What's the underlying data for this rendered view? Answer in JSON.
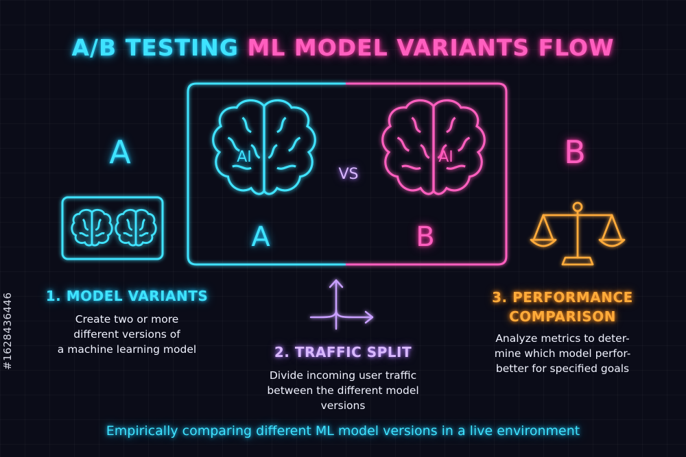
{
  "title": {
    "part_a": "A/B TESTING",
    "part_b": "ML MODEL VARIANTS FLOW"
  },
  "left": {
    "letter": "A",
    "heading": "1. MODEL VARIANTS",
    "description": [
      "Create two or more",
      "different versions of",
      "a machine learning model"
    ]
  },
  "center": {
    "brain_a_label": "AI",
    "brain_b_label": "AI",
    "vs_label": "VS",
    "letter_a": "A",
    "letter_b": "B",
    "heading": "2. TRAFFIC SPLIT",
    "description": [
      "Divide incoming user traffic",
      "between the different model",
      "versions"
    ]
  },
  "right": {
    "letter": "B",
    "heading": [
      "3. PERFORMANCE",
      "COMPARISON"
    ],
    "description": [
      "Analyze metrics to deter-",
      "mine which model perfor-",
      "better for specified goals"
    ]
  },
  "footer": "Empirically comparing different ML model versions in a live environment",
  "side_id": "#1628436446",
  "colors": {
    "cyan": "#3fe3ff",
    "pink": "#ff5fbf",
    "purple": "#c9a0ff",
    "orange": "#ffab3a",
    "background": "#0b0c18"
  },
  "icons": [
    "brain-icon",
    "scale-icon",
    "split-arrow-icon"
  ]
}
